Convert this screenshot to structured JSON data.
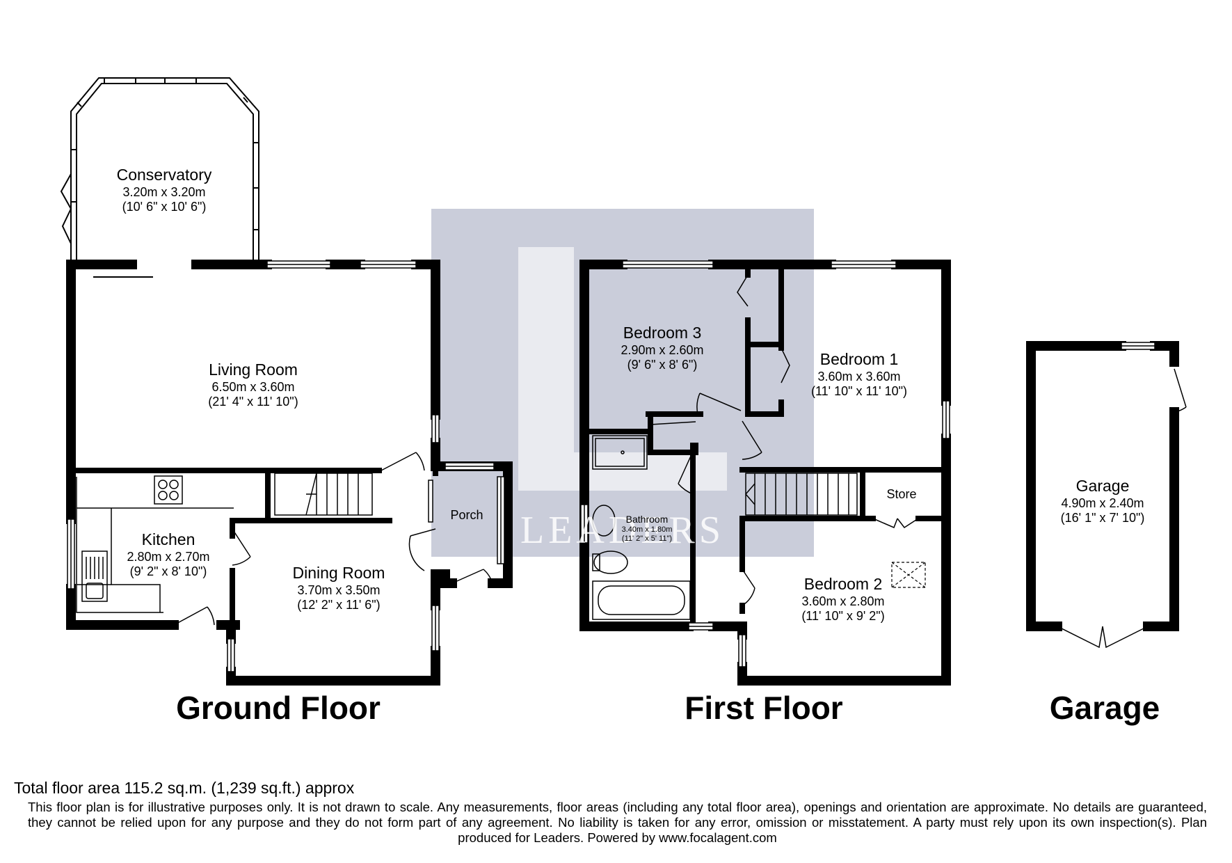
{
  "watermark": {
    "letter": "L",
    "name": "LEADERS",
    "color": "#c7cad8"
  },
  "colors": {
    "wall": "#000000",
    "window_fill": "#ffffff"
  },
  "rooms": [
    {
      "id": "conservatory",
      "name": "Conservatory",
      "metric": "3.20m x 3.20m",
      "imperial": "(10' 6\" x 10' 6\")"
    },
    {
      "id": "living-room",
      "name": "Living Room",
      "metric": "6.50m x 3.60m",
      "imperial": "(21' 4\" x 11' 10\")"
    },
    {
      "id": "kitchen",
      "name": "Kitchen",
      "metric": "2.80m x 2.70m",
      "imperial": "(9' 2\" x 8' 10\")"
    },
    {
      "id": "dining-room",
      "name": "Dining Room",
      "metric": "3.70m x 3.50m",
      "imperial": "(12' 2\" x 11' 6\")"
    },
    {
      "id": "porch",
      "name": "Porch"
    },
    {
      "id": "bedroom-3",
      "name": "Bedroom 3",
      "metric": "2.90m x 2.60m",
      "imperial": "(9' 6\" x 8' 6\")"
    },
    {
      "id": "bedroom-1",
      "name": "Bedroom 1",
      "metric": "3.60m x 3.60m",
      "imperial": "(11' 10\" x 11' 10\")"
    },
    {
      "id": "bathroom",
      "name": "Bathroom",
      "metric": "3.40m x 1.80m",
      "imperial": "(11' 2\" x 5' 11\")"
    },
    {
      "id": "store",
      "name": "Store"
    },
    {
      "id": "bedroom-2",
      "name": "Bedroom 2",
      "metric": "3.60m x 2.80m",
      "imperial": "(11' 10\" x 9' 2\")"
    },
    {
      "id": "garage",
      "name": "Garage",
      "metric": "4.90m x 2.40m",
      "imperial": "(16' 1\" x 7' 10\")"
    }
  ],
  "floors": {
    "ground": "Ground Floor",
    "first": "First Floor",
    "garage": "Garage"
  },
  "footer": {
    "total_area": "Total floor area 115.2 sq.m. (1,239 sq.ft.) approx",
    "disclaimer": "This floor plan is for illustrative purposes only. It is not drawn to scale. Any measurements, floor areas (including any total floor area), openings and orientation are approximate. No details are guaranteed, they cannot be relied upon for any purpose and they do not form part of any agreement. No liability is taken for any error, omission or misstatement. A party must rely upon its own inspection(s). Plan produced for Leaders. Powered by www.focalagent.com"
  }
}
